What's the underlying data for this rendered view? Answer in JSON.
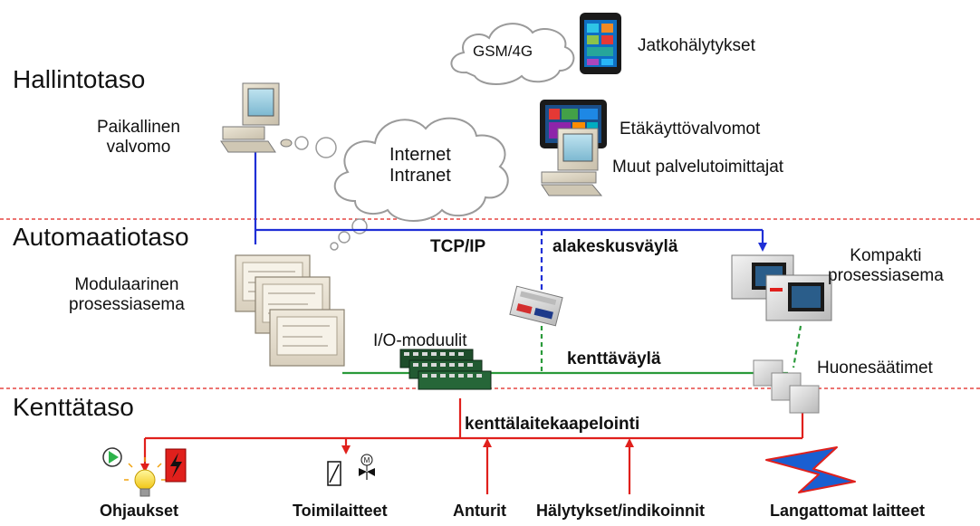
{
  "zones": {
    "management": "Hallintotaso",
    "automation": "Automaatiotaso",
    "field": "Kenttätaso"
  },
  "labels": {
    "gsm": "GSM/4G",
    "alarm_forwarding": "Jatkohälytykset",
    "local_control_room": "Paikallinen\nvalvomo",
    "internet_intranet": "Internet\nIntranet",
    "remote_control_rooms": "Etäkäyttövalvomot",
    "other_providers": "Muut palvelutoimittajat",
    "tcp_ip": "TCP/IP",
    "substation_bus": "alakeskusväylä",
    "modular_station": "Modulaarinen\nprosessiasema",
    "compact_station": "Kompakti\nprosessiasema",
    "io_modules": "I/O-moduulit",
    "fieldbus": "kenttäväylä",
    "room_controllers": "Huonesäätimet",
    "field_cabling": "kenttälaitekaapelointi"
  },
  "field_devices": {
    "controls": "Ohjaukset",
    "actuators": "Toimilaitteet",
    "sensors": "Anturit",
    "alarms": "Hälytykset/indikoinnit",
    "wireless": "Langattomat laitteet"
  },
  "colors": {
    "ip_network": "#1f2fd6",
    "fieldbus": "#2a9a3a",
    "field_cabling": "#e0201c",
    "zone_divider": "#e0201c"
  }
}
